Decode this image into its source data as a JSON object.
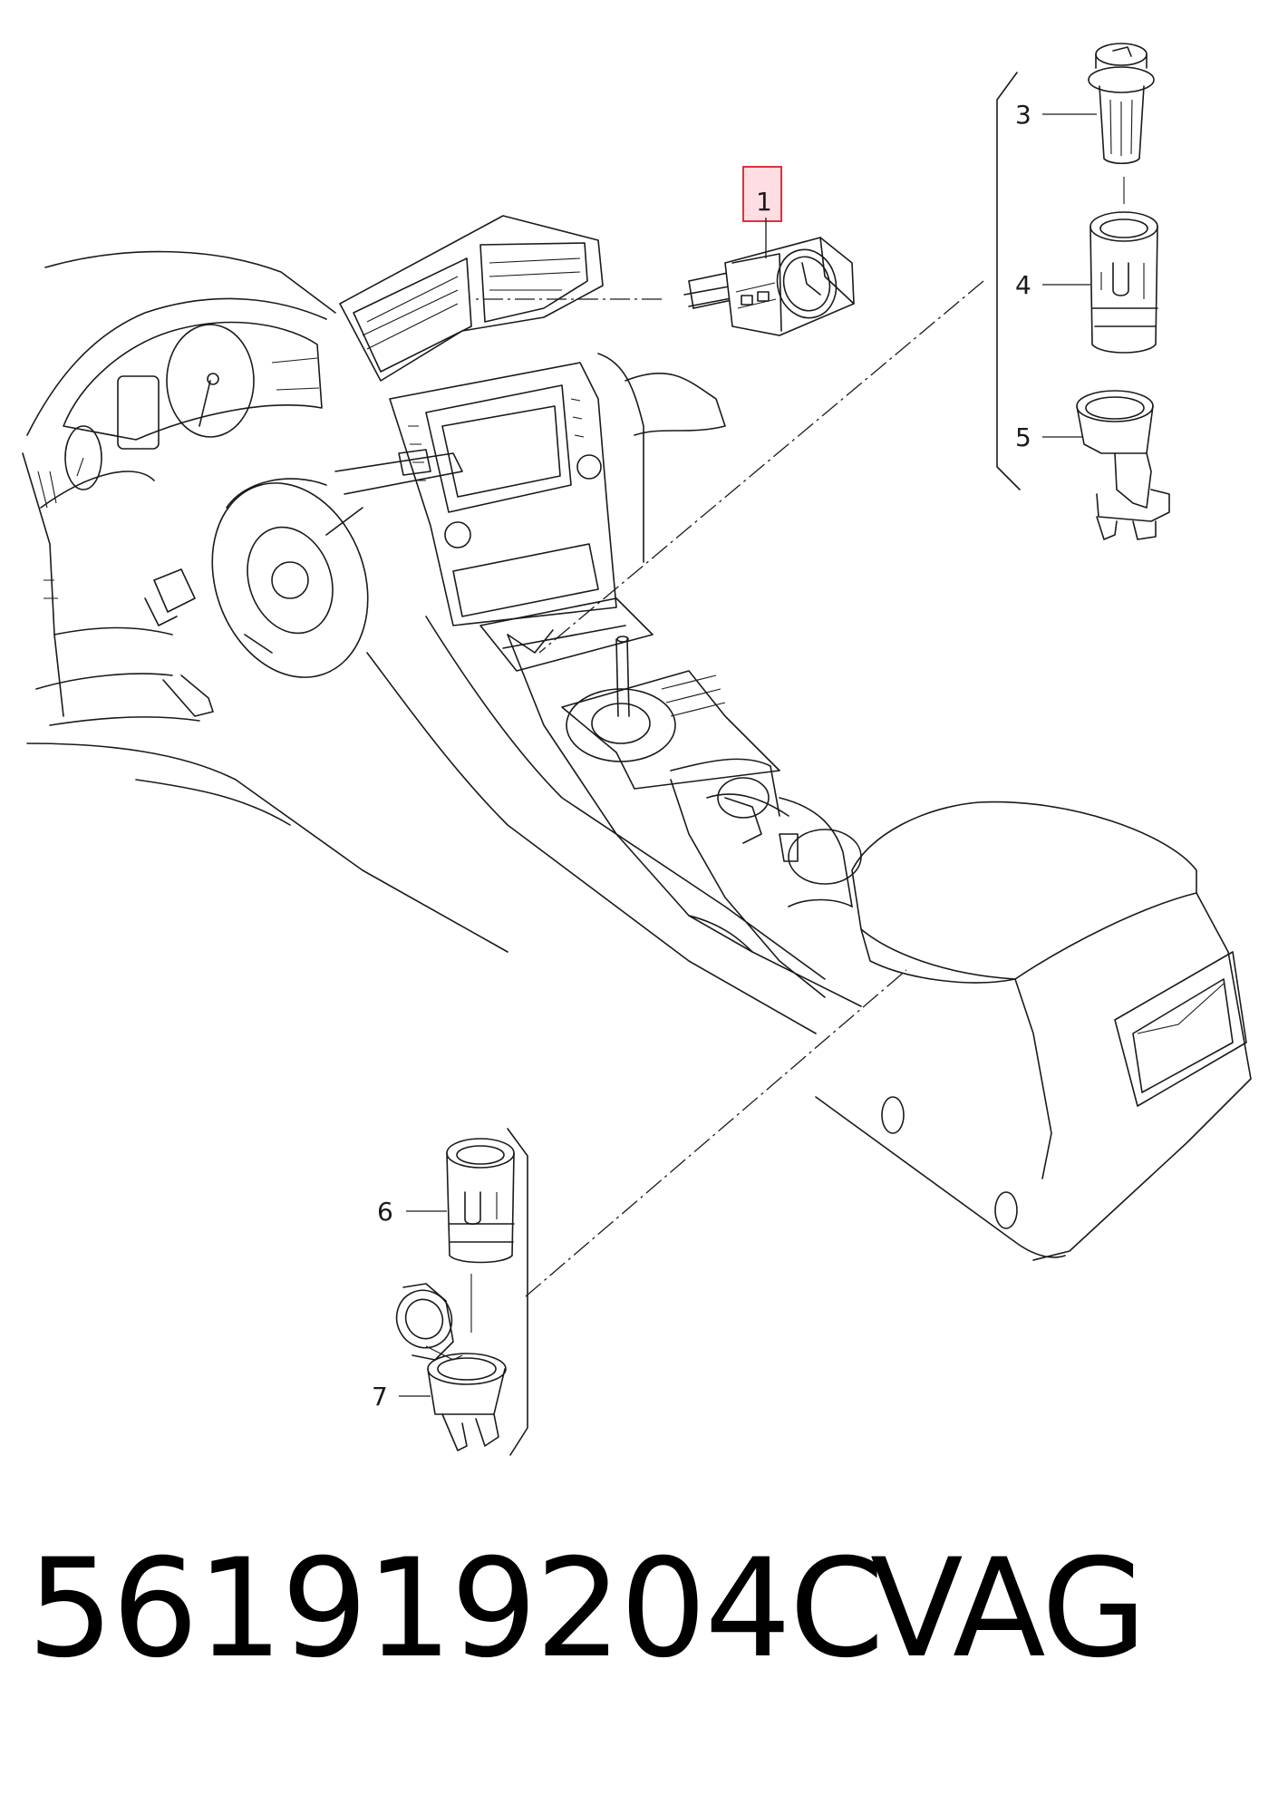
{
  "callouts": {
    "c1": "1",
    "c3": "3",
    "c4": "4",
    "c5": "5",
    "c6": "6",
    "c7": "7"
  },
  "highlight_color": "#e0303c",
  "footer": {
    "part_number": "561919204C",
    "brand": "VAG"
  }
}
